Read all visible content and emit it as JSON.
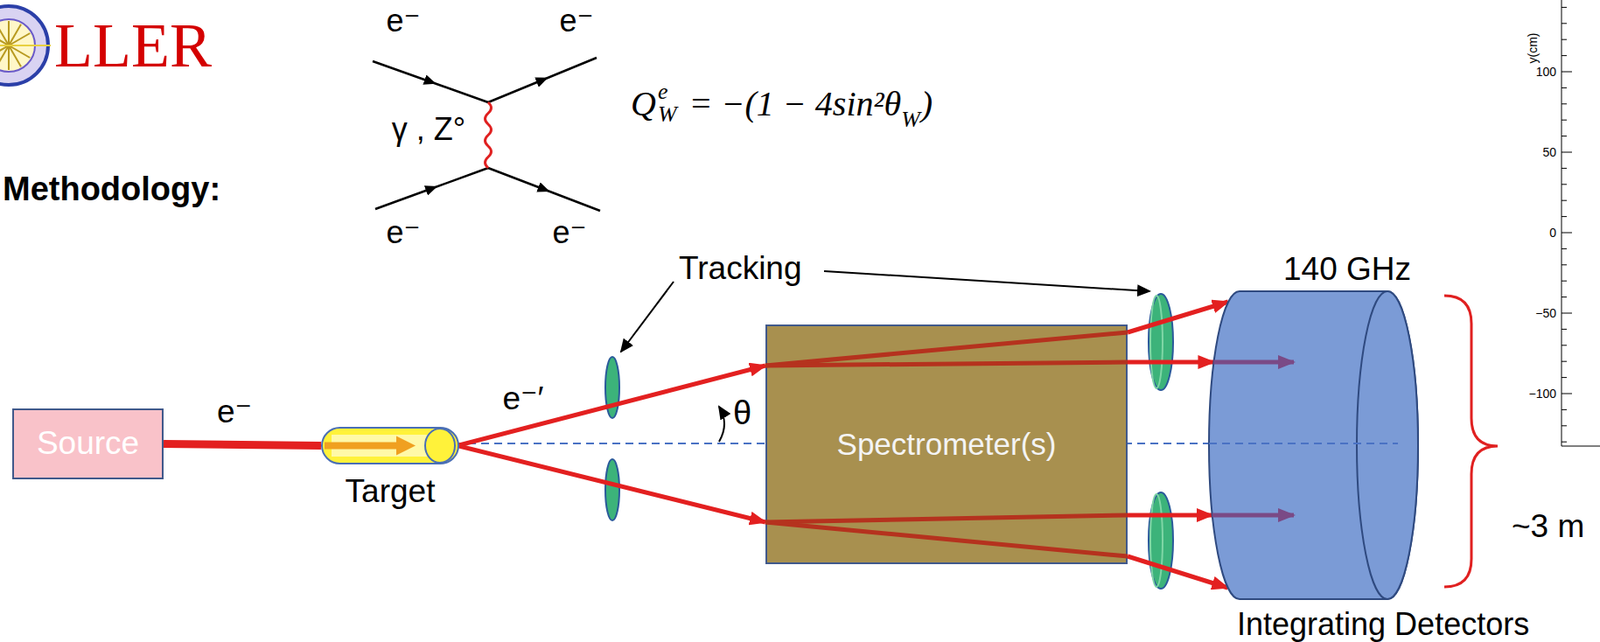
{
  "diagram": {
    "nodes": [
      {
        "text": [
          "Source"
        ]
      },
      {
        "text": [
          "Target"
        ]
      },
      {
        "text": [
          "Spectrometer(s)"
        ]
      },
      {
        "text": [
          "140 GHz",
          "Integrating Detectors"
        ]
      }
    ],
    "edges": [
      {
        "from": 0,
        "to": 1,
        "arrow": "none"
      },
      {
        "from": 1,
        "to": 2,
        "arrow": "to"
      },
      {
        "from": 2,
        "to": 3,
        "arrow": "to"
      }
    ],
    "labels": [
      "LLER",
      "Methodology:",
      "e⁻",
      "e⁻",
      "γ , Z°",
      "e⁻",
      "e⁻",
      "Q",
      "e",
      "W",
      "= −(1 − 4sin²θ",
      "W",
      ")",
      "Tracking",
      "e⁻",
      "e⁻′",
      "θ",
      "~3 m",
      "y(cm)",
      "100",
      "50",
      "0",
      "−50",
      "−100"
    ]
  }
}
